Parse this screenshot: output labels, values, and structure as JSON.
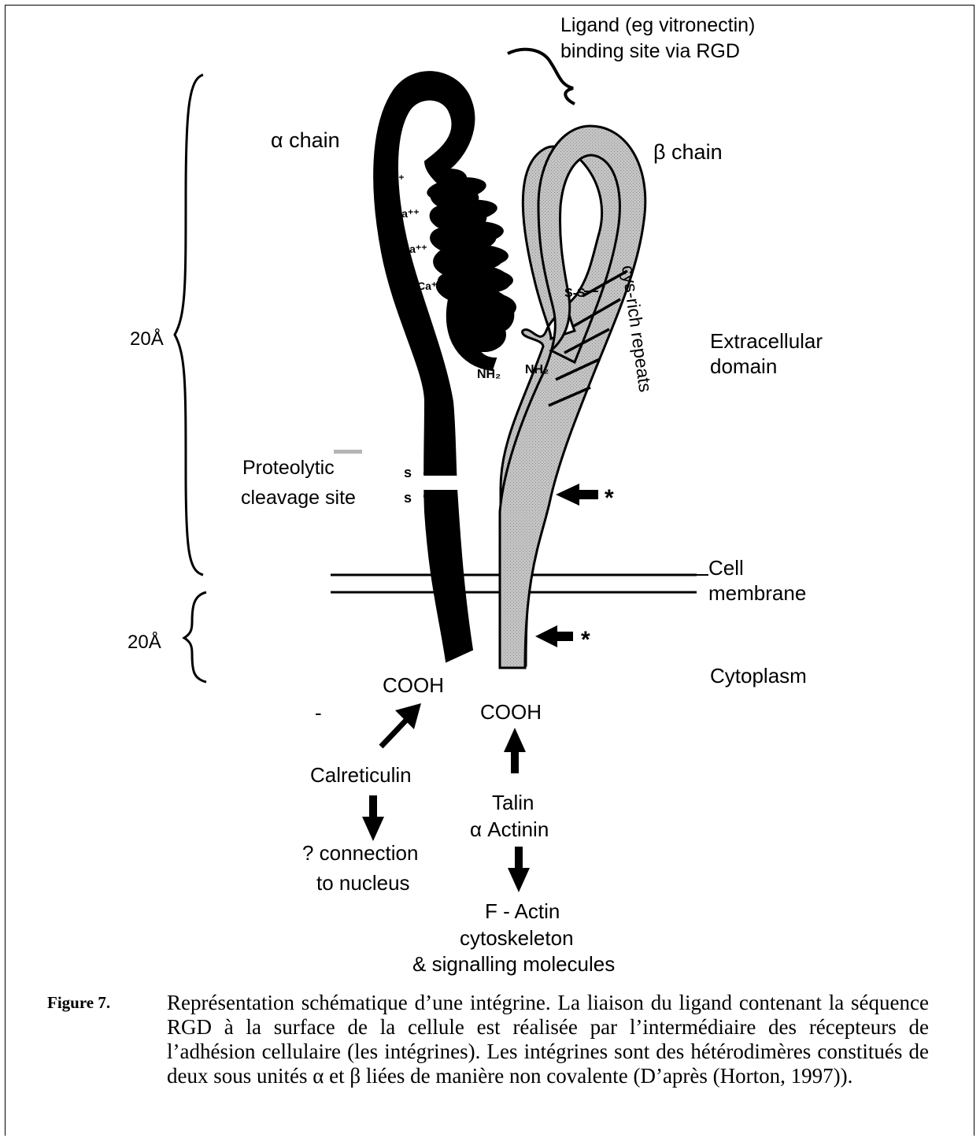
{
  "diagram": {
    "ligand_line1": "Ligand (eg vitronectin)",
    "ligand_line2": "binding site via RGD",
    "alpha_chain": "α chain",
    "beta_chain": "β chain",
    "ca": "Ca⁺⁺",
    "ss": "S-S",
    "s": "s",
    "nh2": "NH₂",
    "cys_rich": "cys-rich repeats",
    "extracellular_line1": "Extracellular",
    "extracellular_line2": "domain",
    "scale_top": "20Å",
    "scale_bottom": "20Å",
    "proteolytic_line1": "Proteolytic",
    "proteolytic_line2": "cleavage site",
    "star": "*",
    "cell_line1": "Cell",
    "cell_line2": "membrane",
    "cytoplasm": "Cytoplasm",
    "cooh": "COOH",
    "minus": "-",
    "calreticulin": "Calreticulin",
    "nucleus_line1": "? connection",
    "nucleus_line2": "to nucleus",
    "talin": "Talin",
    "actinin": "α Actinin",
    "factin_line1": "F - Actin",
    "factin_line2": "cytoskeleton",
    "factin_line3": "& signalling molecules"
  },
  "caption": {
    "number": "Figure 7.",
    "text": "Représentation schématique d’une intégrine. La liaison du ligand contenant la séquence RGD à la surface de la cellule est réalisée par l’intermédiaire des récepteurs de l’adhésion cellulaire (les intégrines). Les intégrines sont des hétérodimères constitués de deux sous unités α et β liées de manière non covalente (D’après (Horton, 1997))."
  }
}
